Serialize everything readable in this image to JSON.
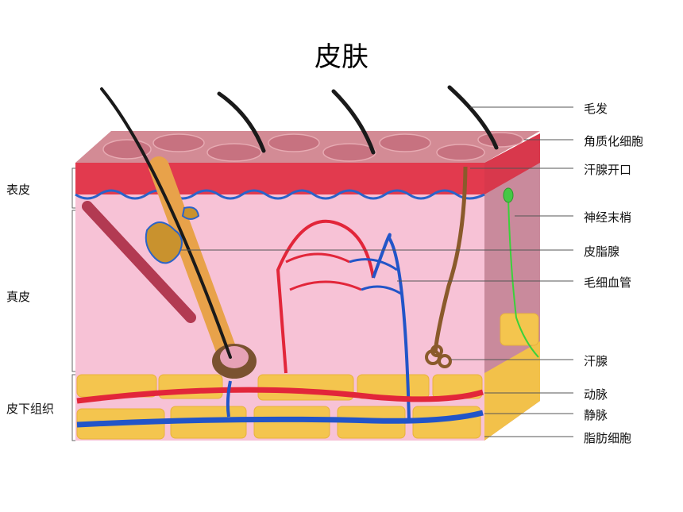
{
  "title": "皮肤",
  "layers": {
    "epidermis": "表皮",
    "dermis": "真皮",
    "subcutaneous": "皮下组织"
  },
  "parts": {
    "hair": "毛发",
    "keratinocytes": "角质化细胞",
    "sweat_pore": "汗腺开口",
    "nerve_ending": "神经末梢",
    "sebaceous_gland": "皮脂腺",
    "capillary": "毛细血管",
    "sweat_gland": "汗腺",
    "artery": "动脉",
    "vein": "静脉",
    "fat_cells": "脂肪细胞"
  }
}
